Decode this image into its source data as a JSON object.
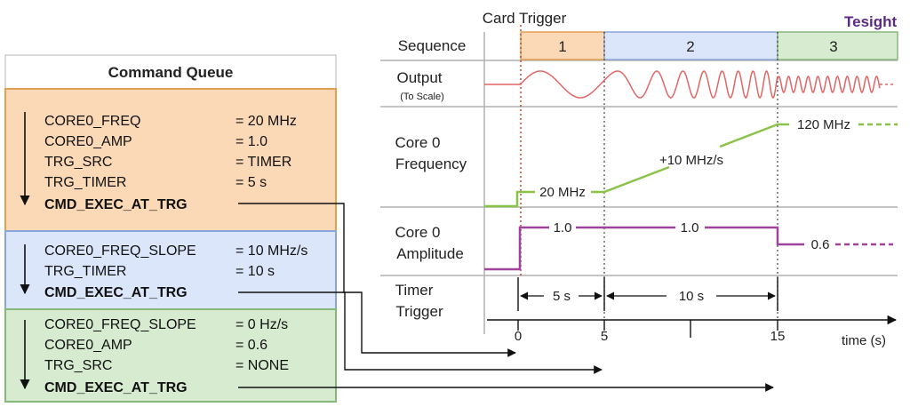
{
  "logo": {
    "text": "Tesight"
  },
  "queue": {
    "title": "Command Queue",
    "groups": [
      {
        "color": "#fbd8b6",
        "border": "#e0a050",
        "lines": [
          {
            "cmd": "CORE0_FREQ",
            "val": "= 20 MHz",
            "bold": false
          },
          {
            "cmd": "CORE0_AMP",
            "val": "= 1.0",
            "bold": false
          },
          {
            "cmd": "TRG_SRC",
            "val": "= TIMER",
            "bold": false
          },
          {
            "cmd": "TRG_TIMER",
            "val": "= 5 s",
            "bold": false
          },
          {
            "cmd": "CMD_EXEC_AT_TRG",
            "val": "",
            "bold": true
          }
        ]
      },
      {
        "color": "#dbe6fa",
        "border": "#8aa6d8",
        "lines": [
          {
            "cmd": "CORE0_FREQ_SLOPE",
            "val": "= 10 MHz/s",
            "bold": false
          },
          {
            "cmd": "TRG_TIMER",
            "val": "= 10 s",
            "bold": false
          },
          {
            "cmd": "CMD_EXEC_AT_TRG",
            "val": "",
            "bold": true
          }
        ]
      },
      {
        "color": "#d6ebd0",
        "border": "#86b87a",
        "lines": [
          {
            "cmd": "CORE0_FREQ_SLOPE",
            "val": "= 0 Hz/s",
            "bold": false
          },
          {
            "cmd": "CORE0_AMP",
            "val": "= 0.6",
            "bold": false
          },
          {
            "cmd": "TRG_SRC",
            "val": "= NONE",
            "bold": false
          },
          {
            "cmd": "CMD_EXEC_AT_TRG",
            "val": "",
            "bold": true
          }
        ]
      }
    ]
  },
  "timing": {
    "card_trigger": "Card Trigger",
    "rows": {
      "sequence": "Sequence",
      "output": "Output",
      "output_sub": "(To Scale)",
      "freq1": "Core 0",
      "freq2": "Frequency",
      "amp1": "Core 0",
      "amp2": "Amplitude",
      "timer1": "Timer",
      "timer2": "Trigger"
    },
    "sequence_labels": [
      "1",
      "2",
      "3"
    ],
    "sequence_colors": [
      "#fbd8b6",
      "#dbe6fa",
      "#d6ebd0"
    ],
    "freq_labels": {
      "start": "20 MHz",
      "slope": "+10 MHz/s",
      "end": "120 MHz"
    },
    "amp_labels": {
      "a": "1.0",
      "b": "1.0",
      "c": "0.6"
    },
    "timer_labels": {
      "first": "5 s",
      "second": "10 s"
    },
    "axis": {
      "ticks": [
        "0",
        "5",
        "15"
      ],
      "label": "time (s)"
    },
    "colors": {
      "output": "#e06666",
      "freq": "#8bc34a",
      "amp": "#a0439a",
      "trigger_line": "#c0392b"
    }
  }
}
